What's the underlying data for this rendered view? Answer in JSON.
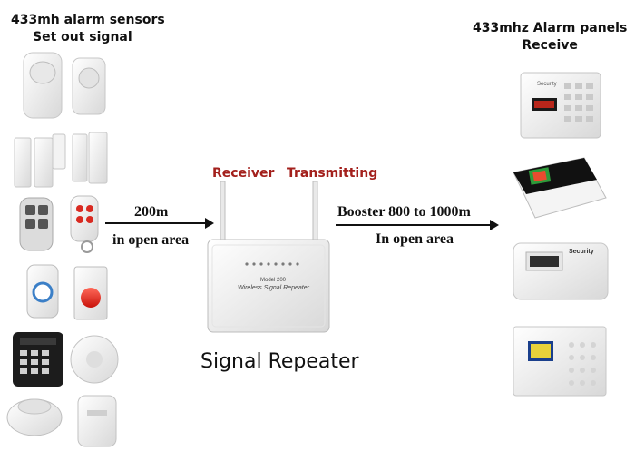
{
  "left_header": {
    "line1": "433mh alarm sensors",
    "line2": "Set out signal"
  },
  "right_header": {
    "line1": "433mhz Alarm panels",
    "line2": "Receive"
  },
  "left_arrow": {
    "top": "200m",
    "bottom": "in open area"
  },
  "right_arrow": {
    "top": "Booster 800 to 1000m",
    "bottom": "In open area"
  },
  "repeater": {
    "receiver_label": "Receiver",
    "transmitting_label": "Transmitting",
    "model_text": "Model 200",
    "brand_text": "Wireless Signal Repeater",
    "caption": "Signal Repeater"
  },
  "panels": {
    "panel1_brand": "Security",
    "panel2_brand": "Security"
  },
  "colors": {
    "label_red": "#a3201c",
    "text": "#111111",
    "arrow": "#111111"
  }
}
